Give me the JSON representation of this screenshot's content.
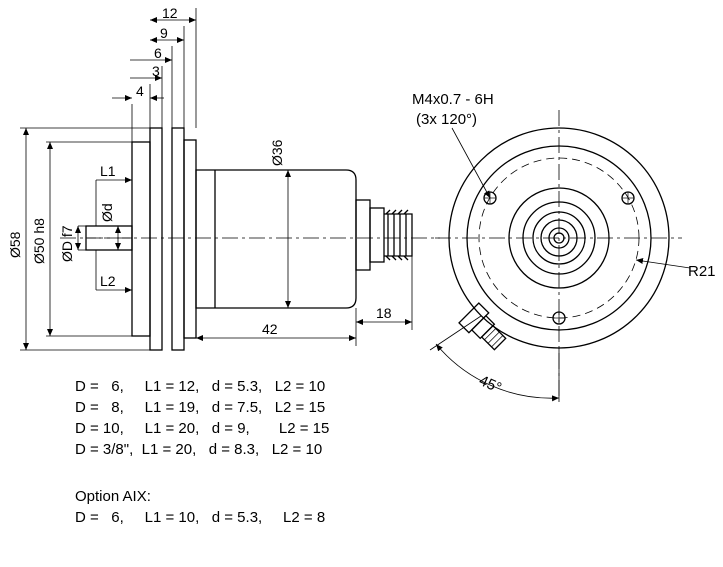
{
  "side_view": {
    "dim_12": "12",
    "dim_9": "9",
    "dim_6": "6",
    "dim_3": "3",
    "dim_4": "4",
    "dim_l1": "L1",
    "dim_l2": "L2",
    "dim_d_small": "Ød",
    "dim_58": "Ø58",
    "dim_50": "Ø50 h8",
    "dim_D": "ØD f7",
    "dim_36": "Ø36",
    "dim_42": "42",
    "dim_18": "18"
  },
  "front_view": {
    "thread_line1": "M4x0.7 - 6H",
    "thread_line2": "(3x 120°)",
    "radius": "R21",
    "angle": "45°"
  },
  "shaft_table": {
    "rows": [
      "D =   6,     L1 = 12,   d = 5.3,   L2 = 10",
      "D =   8,     L1 = 19,   d = 7.5,   L2 = 15",
      "D = 10,     L1 = 20,   d = 9,       L2 = 15",
      "D = 3/8\",  L1 = 20,   d = 8.3,   L2 = 10"
    ],
    "option_title": "Option AIX:",
    "option_row": "D =   6,     L1 = 10,   d = 5.3,     L2 = 8"
  }
}
